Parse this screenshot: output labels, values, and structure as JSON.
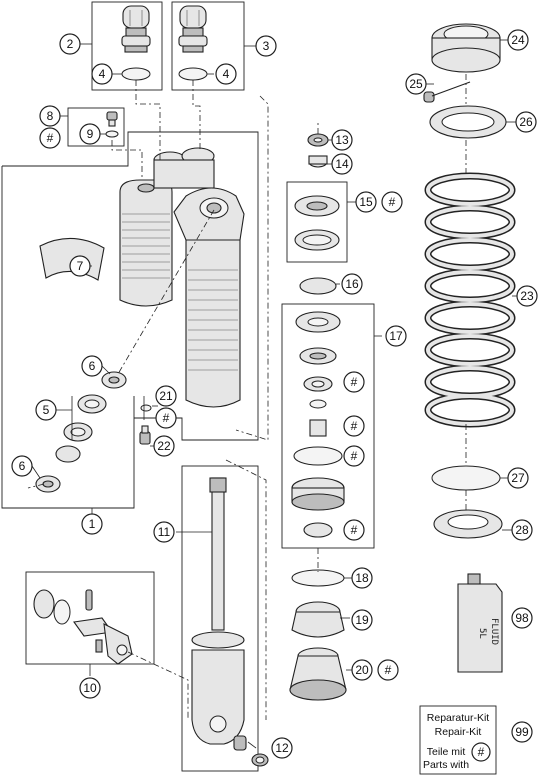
{
  "callouts": [
    {
      "id": "1",
      "label": "1"
    },
    {
      "id": "2",
      "label": "2"
    },
    {
      "id": "3",
      "label": "3"
    },
    {
      "id": "4a",
      "label": "4"
    },
    {
      "id": "4b",
      "label": "4"
    },
    {
      "id": "5",
      "label": "5"
    },
    {
      "id": "6a",
      "label": "6"
    },
    {
      "id": "6b",
      "label": "6"
    },
    {
      "id": "7",
      "label": "7"
    },
    {
      "id": "8",
      "label": "8"
    },
    {
      "id": "9",
      "label": "9"
    },
    {
      "id": "10",
      "label": "10"
    },
    {
      "id": "11",
      "label": "11"
    },
    {
      "id": "12",
      "label": "12"
    },
    {
      "id": "13",
      "label": "13"
    },
    {
      "id": "14",
      "label": "14"
    },
    {
      "id": "15",
      "label": "15"
    },
    {
      "id": "16",
      "label": "16"
    },
    {
      "id": "17",
      "label": "17"
    },
    {
      "id": "18",
      "label": "18"
    },
    {
      "id": "19",
      "label": "19"
    },
    {
      "id": "20",
      "label": "20"
    },
    {
      "id": "21",
      "label": "21"
    },
    {
      "id": "22",
      "label": "22"
    },
    {
      "id": "23",
      "label": "23"
    },
    {
      "id": "24",
      "label": "24"
    },
    {
      "id": "25",
      "label": "25"
    },
    {
      "id": "26",
      "label": "26"
    },
    {
      "id": "27",
      "label": "27"
    },
    {
      "id": "28",
      "label": "28"
    },
    {
      "id": "98",
      "label": "98"
    },
    {
      "id": "99",
      "label": "99"
    }
  ],
  "hash_symbol": "#",
  "fluid_can": {
    "line1": "FLUID",
    "line2": "5L"
  },
  "repair_note": {
    "line1": "Reparatur-Kit",
    "line2": "Repair-Kit",
    "line3": "Teile mit",
    "line4": "Parts with"
  }
}
